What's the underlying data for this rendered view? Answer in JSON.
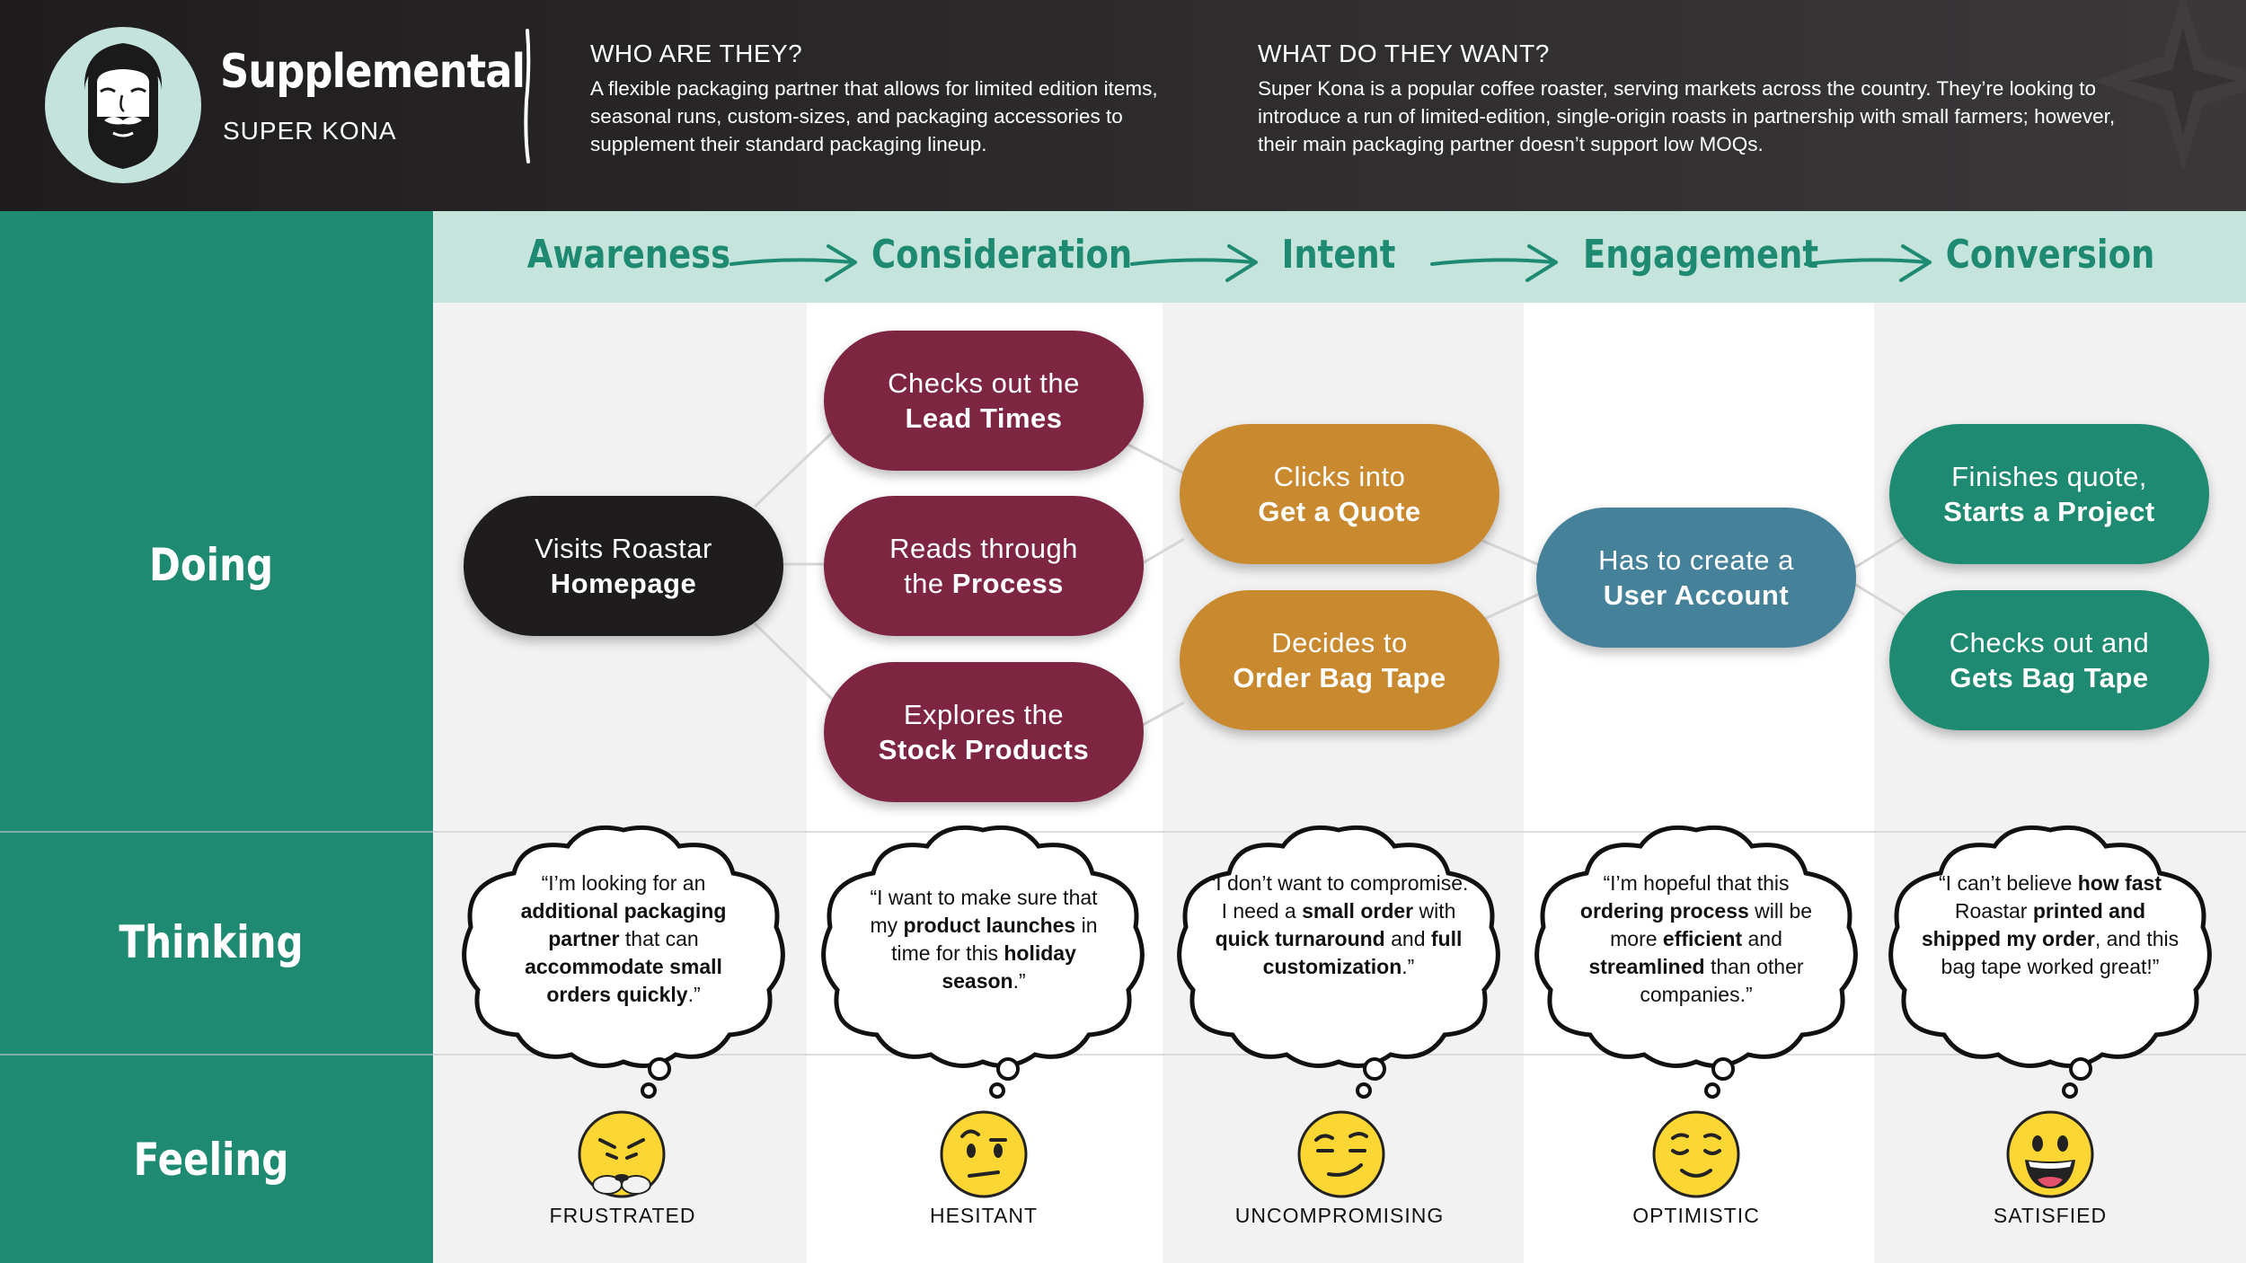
{
  "header": {
    "title": "Supplemental",
    "subtitle": "SUPER KONA",
    "who": {
      "heading": "WHO ARE THEY?",
      "body": "A flexible packaging partner that allows for limited edition items, seasonal runs, custom-sizes, and packaging accessories to supplement their standard packaging lineup."
    },
    "want": {
      "heading": "WHAT DO THEY WANT?",
      "body": "Super Kona is a popular coffee roaster, serving markets across the country. They’re looking to introduce a run of limited-edition, single-origin roasts in partnership with small farmers; however, their main packaging partner doesn’t support low MOQs."
    }
  },
  "rows": {
    "doing": "Doing",
    "thinking": "Thinking",
    "feeling": "Feeling"
  },
  "stages": [
    "Awareness",
    "Consideration",
    "Intent",
    "Engagement",
    "Conversion"
  ],
  "colors": {
    "teal": "#1e8a71",
    "mint": "#c5e4dc",
    "maroon": "#7e2541",
    "orange": "#c9892f",
    "blue": "#46819a",
    "black": "#1e1c1d"
  },
  "doing": {
    "visit": {
      "line1": "Visits Roastar",
      "line2": "Homepage"
    },
    "lead": {
      "line1": "Checks out the",
      "line2": "Lead Times"
    },
    "process": {
      "line1": "Reads through",
      "line2a": "the ",
      "line2b": "Process"
    },
    "stock": {
      "line1": "Explores the",
      "line2": "Stock Products"
    },
    "quote": {
      "line1": "Clicks into",
      "line2": "Get a Quote"
    },
    "tape": {
      "line1": "Decides to",
      "line2": "Order Bag Tape"
    },
    "account": {
      "line1": "Has to create a",
      "line2": "User Account"
    },
    "finish": {
      "line1": "Finishes quote,",
      "line2": "Starts a Project"
    },
    "gets": {
      "line1": "Checks out and",
      "line2": "Gets Bag Tape"
    }
  },
  "thinking": {
    "t1": {
      "a": "“I’m looking for an ",
      "b": "additional packaging partner",
      "c": " that can ",
      "d": "accommodate small orders quickly",
      "e": ".”"
    },
    "t2": {
      "a": "“I want to make sure that my ",
      "b": "product launches",
      "c": " in time for this ",
      "d": "holiday season",
      "e": ".”"
    },
    "t3": {
      "a": "“I don’t want to compromise. I need a ",
      "b": "small order",
      "c": " with ",
      "d": "quick turnaround",
      "e": " and ",
      "f": "full customization",
      "g": ".”"
    },
    "t4": {
      "a": "“I’m hopeful that this ",
      "b": "ordering process",
      "c": " will be more ",
      "d": "efficient",
      "e": " and ",
      "f": "streamlined",
      "g": " than other companies.”"
    },
    "t5": {
      "a": "“I can’t believe ",
      "b": "how fast",
      "c": " Roastar ",
      "d": "printed and shipped my order",
      "e": ", and this bag tape worked great!”"
    }
  },
  "feeling": {
    "f1": {
      "label": "FRUSTRATED",
      "icon": "frustrated-face-icon"
    },
    "f2": {
      "label": "HESITANT",
      "icon": "hesitant-face-icon"
    },
    "f3": {
      "label": "UNCOMPROMISING",
      "icon": "smirk-face-icon"
    },
    "f4": {
      "label": "OPTIMISTIC",
      "icon": "relieved-face-icon"
    },
    "f5": {
      "label": "SATISFIED",
      "icon": "grinning-face-icon"
    }
  }
}
